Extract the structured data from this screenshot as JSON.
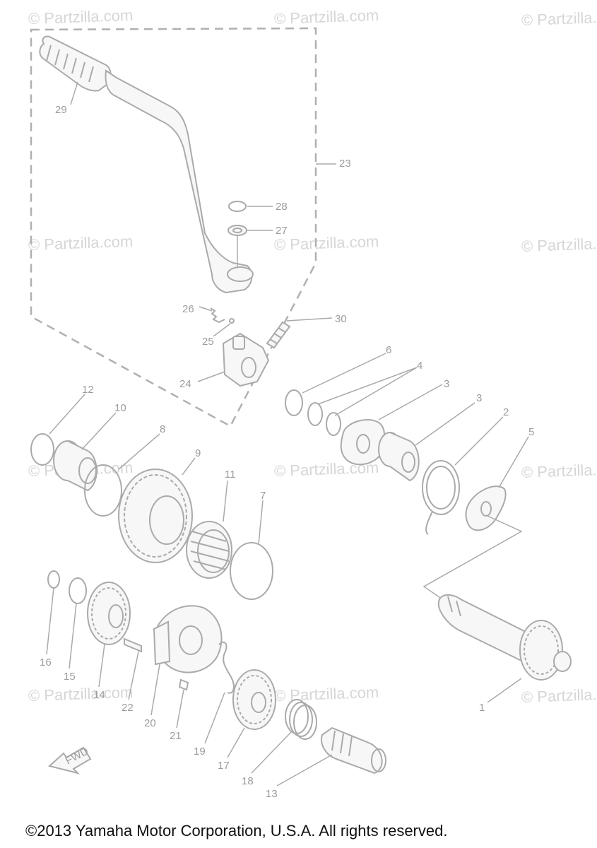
{
  "watermark_text": "© Partzilla.com",
  "copyright": "©2013 Yamaha Motor Corporation, U.S.A. All rights reserved.",
  "front_marker": "FWD",
  "part_labels": [
    "29",
    "23",
    "28",
    "27",
    "26",
    "25",
    "30",
    "24",
    "6",
    "4",
    "3",
    "12",
    "10",
    "8",
    "9",
    "11",
    "7",
    "3",
    "2",
    "5",
    "16",
    "15",
    "14",
    "22",
    "20",
    "21",
    "19",
    "17",
    "18",
    "13",
    "1"
  ]
}
